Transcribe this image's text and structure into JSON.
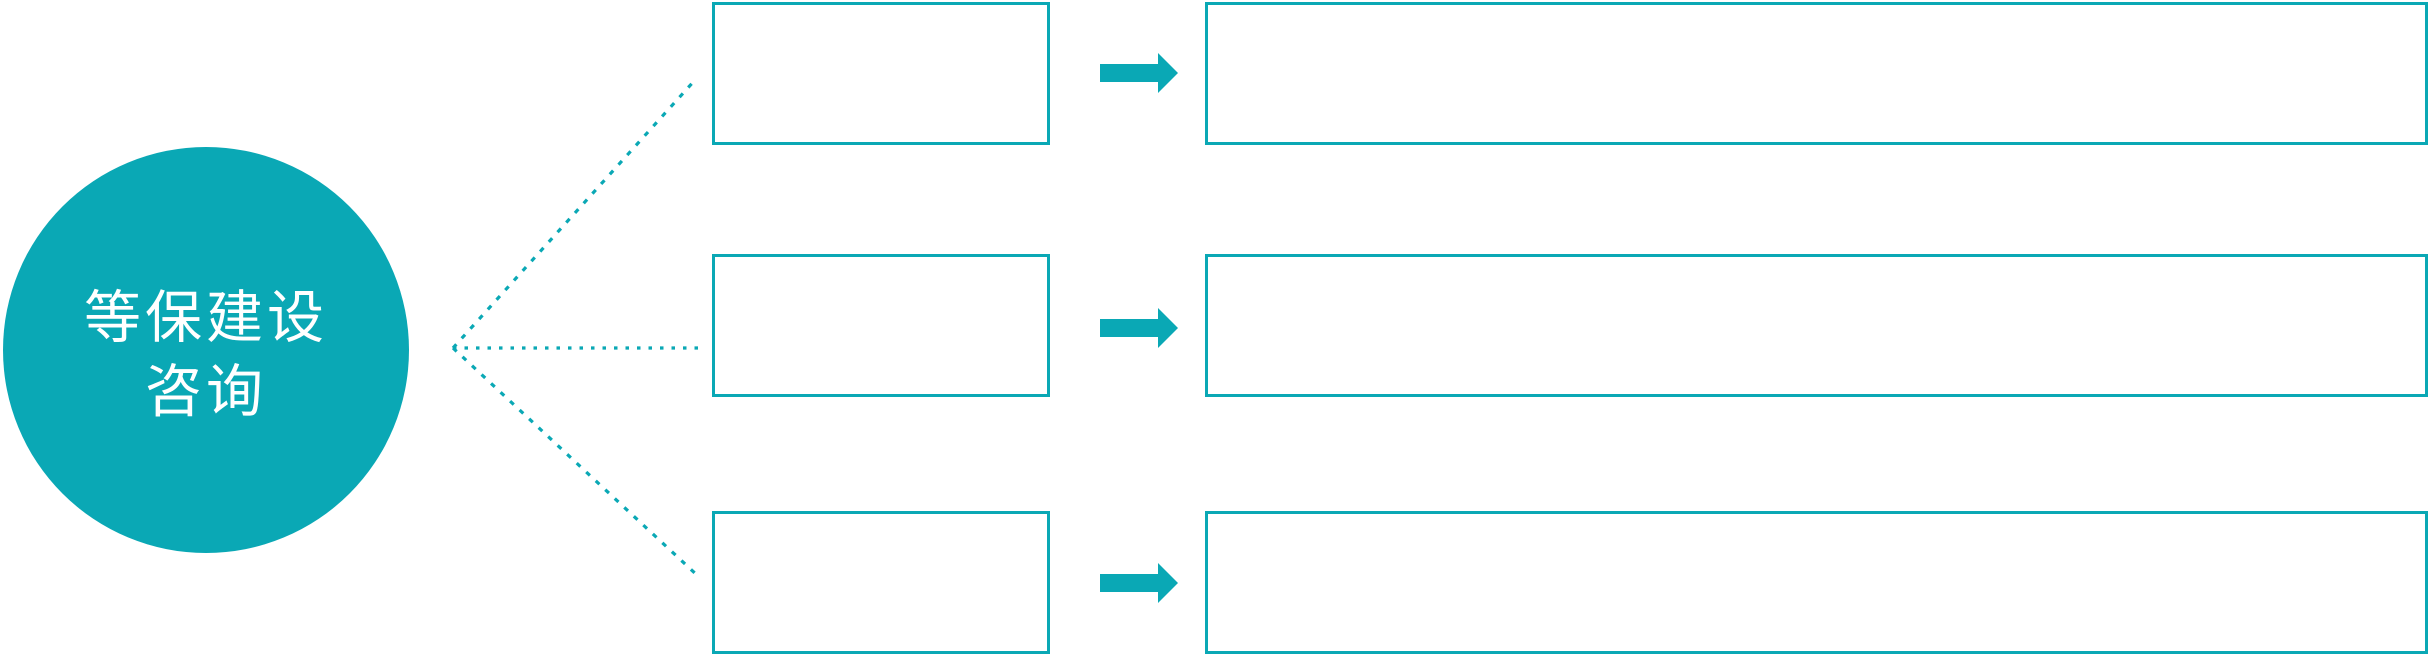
{
  "colors": {
    "accent": "#0AA8B5",
    "background": "#FFFFFF",
    "text_on_accent": "#FFFFFF"
  },
  "diagram": {
    "root": {
      "label_line1": "等保建设",
      "label_line2": "咨询",
      "full_label": "等保建设咨询"
    },
    "rows": [
      {
        "small_box_label": "",
        "large_box_label": ""
      },
      {
        "small_box_label": "",
        "large_box_label": ""
      },
      {
        "small_box_label": "",
        "large_box_label": ""
      }
    ],
    "icons": {
      "arrow": "right-block-arrow",
      "connector": "dotted-line"
    }
  }
}
